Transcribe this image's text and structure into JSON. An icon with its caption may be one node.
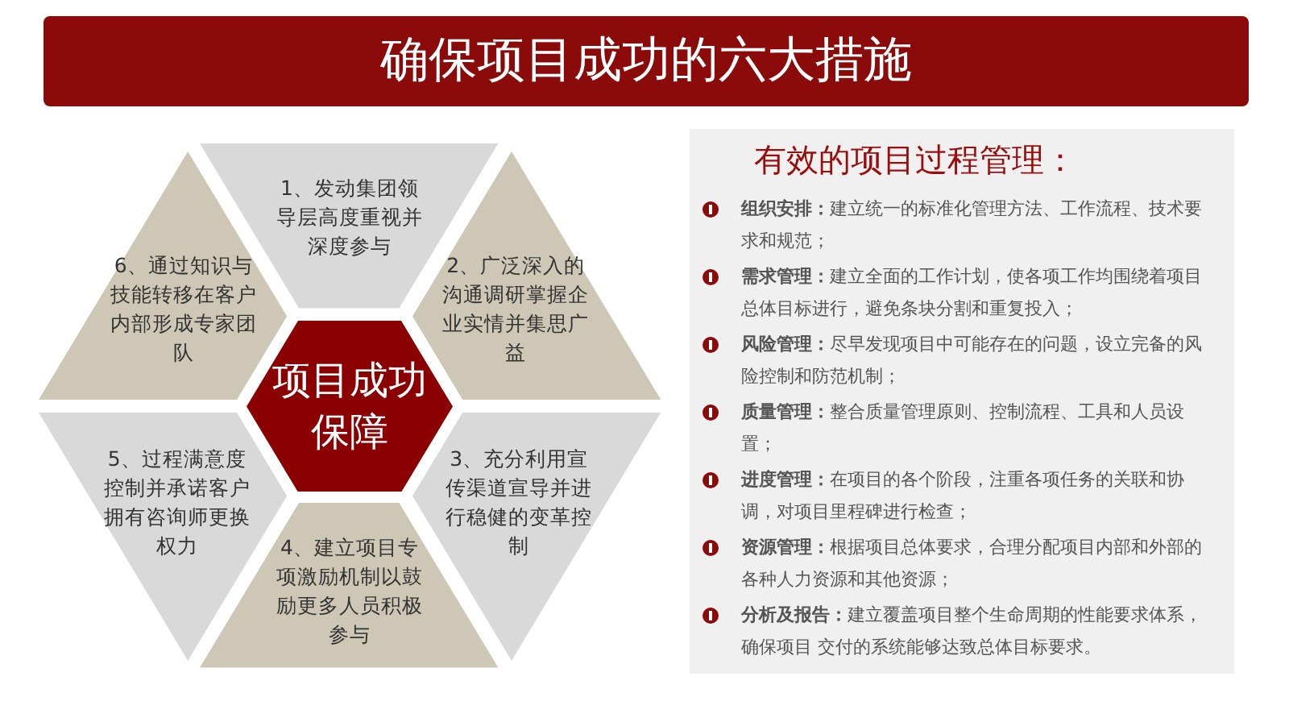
{
  "diagram": {
    "title": "确保项目成功的六大措施",
    "nodes": [
      {
        "text": [
          "项目成功保障"
        ]
      },
      {
        "text": [
          "1、发动集团领导层高度重视并深度参与"
        ]
      },
      {
        "text": [
          "2、广泛深入的沟通调研掌握企业实情并集思广益"
        ]
      },
      {
        "text": [
          "3、充分利用宣传渠道宣导并进行稳健的变革控制"
        ]
      },
      {
        "text": [
          "4、建立项目专项激励机制以鼓励更多人员积极参与"
        ]
      },
      {
        "text": [
          "5、过程满意度控制并承诺客户拥有咨询师更换权力"
        ]
      },
      {
        "text": [
          "6、通过知识与技能转移在客户内部形成专家团队"
        ]
      },
      {
        "text": [
          "有效的项目过程管理：",
          "**组织安排：**建立统一的标准化管理方法、工作流程、技术要求和规范；",
          "**需求管理：**建立全面的工作计划，使各项工作均围绕着项目总体目标进行，避免条块分割和重复投入；",
          "**风险管理：**尽早发现项目中可能存在的问题，设立完备的风险控制和防范机制；",
          "**质量管理：**整合质量管理原则、控制流程、工具和人员设置；",
          "**进度管理：**在项目的各个阶段，注重各项任务的关联和协调，对项目里程碑进行检查；",
          "**资源管理：**根据项目总体要求，合理分配项目内部和外部的各种人力资源和其他资源；",
          "**分析及报告：**建立覆盖项目整个生命周期的性能要求体系，确保项目 交付的系统能够达致总体目标要求。"
        ]
      }
    ]
  }
}
